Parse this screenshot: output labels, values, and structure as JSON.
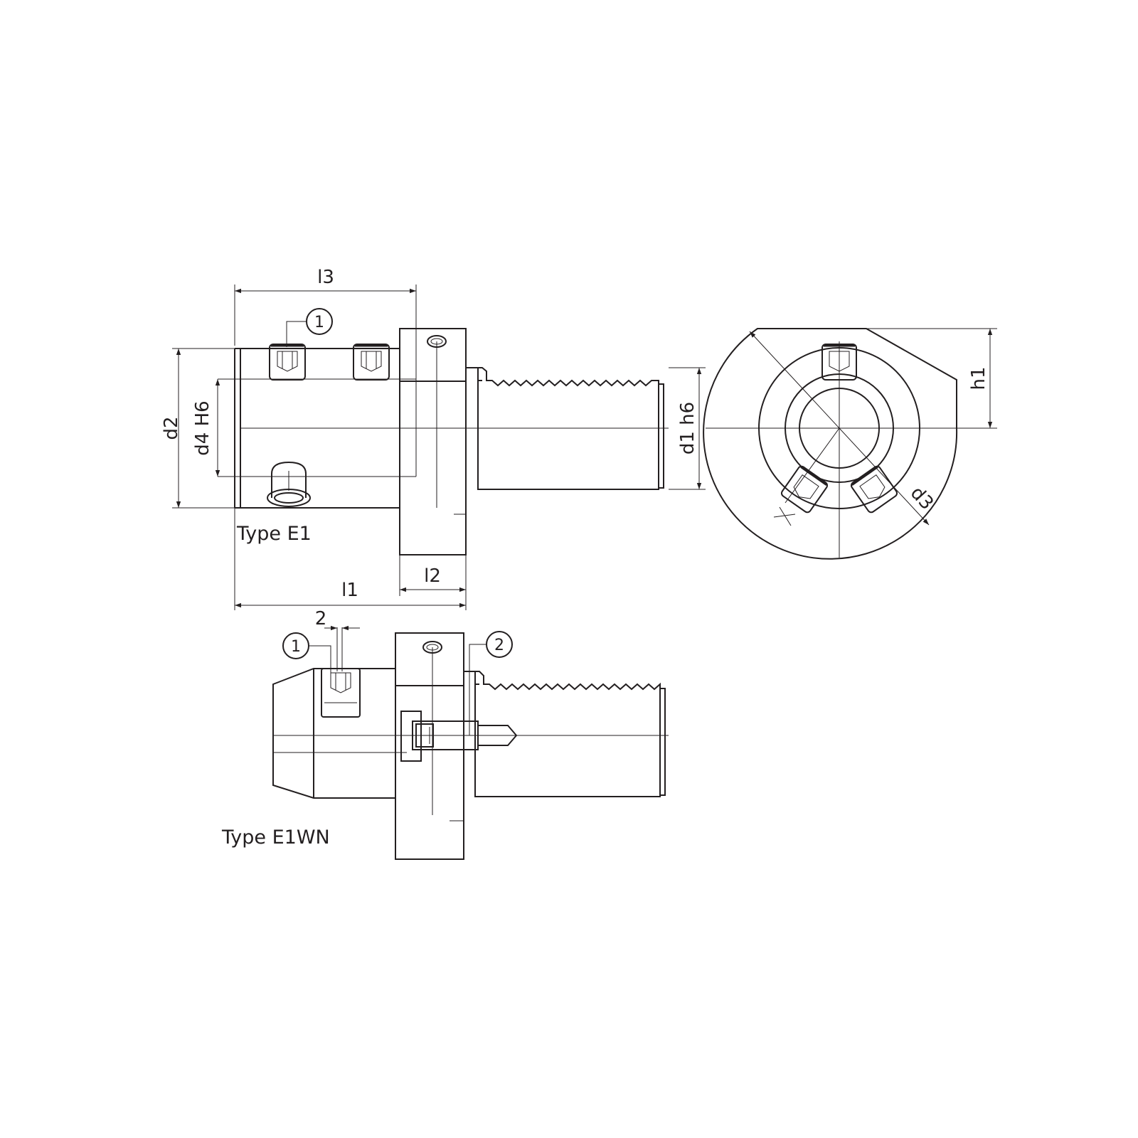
{
  "labels": {
    "l3": "l3",
    "l1": "l1",
    "l2": "l2",
    "d2": "d2",
    "d4": "d4 H6",
    "d1": "d1 h6",
    "h1": "h1",
    "d3": "d3",
    "offset": "2"
  },
  "captions": {
    "type_e1": "Type E1",
    "type_e1wn": "Type E1WN"
  },
  "callouts": {
    "one_a": "1",
    "one_b": "1",
    "two": "2"
  }
}
